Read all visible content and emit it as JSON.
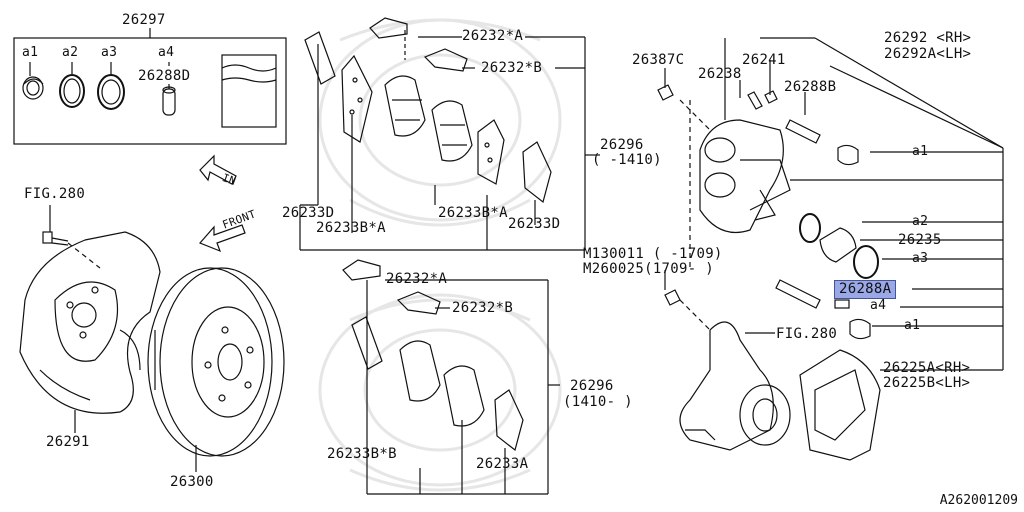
{
  "callouts": {
    "kit_top": "26297",
    "a1": "a1",
    "a2": "a2",
    "a3": "a3",
    "a4": "a4",
    "kit_pin": "26288D",
    "fig_top": "FIG.280",
    "shield": "26291",
    "rotor": "26300",
    "in": "IN",
    "front": "FRONT",
    "clip_a_top": "26232*A",
    "clip_b_top": "26232*B",
    "kit_top_mid": "26296",
    "kit_top_mid_range": "( -1410)",
    "shim_d_left": "26233D",
    "shim_ba_left": "26233B*A",
    "shim_ba_right": "26233B*A",
    "shim_d_right": "26233D",
    "bolt_1": "M130011 ( -1709)",
    "bolt_2": "M260025(1709- )",
    "clip_a_bot": "26232*A",
    "clip_b_bot": "26232*B",
    "kit_bot": "26296",
    "kit_bot_range": "(1410- )",
    "shim_bb": "26233B*B",
    "shim_a": "26233A",
    "bleeder_c": "26387C",
    "part_26241": "26241",
    "part_26238": "26238",
    "pin_b": "26288B",
    "caliper_rh": "26292 <RH>",
    "caliper_lh": "26292A<LH>",
    "r_a1": "a1",
    "r_a2": "a2",
    "piston": "26235",
    "r_a3": "a3",
    "pin_a": "26288A",
    "r_a4": "a4",
    "r_a1b": "a1",
    "fig_knuckle": "FIG.280",
    "bracket_rh": "26225A<RH>",
    "bracket_lh": "26225B<LH>",
    "diagram_code": "A262001209"
  },
  "colors": {
    "highlight": "#9aa8e8",
    "line": "#111111"
  }
}
